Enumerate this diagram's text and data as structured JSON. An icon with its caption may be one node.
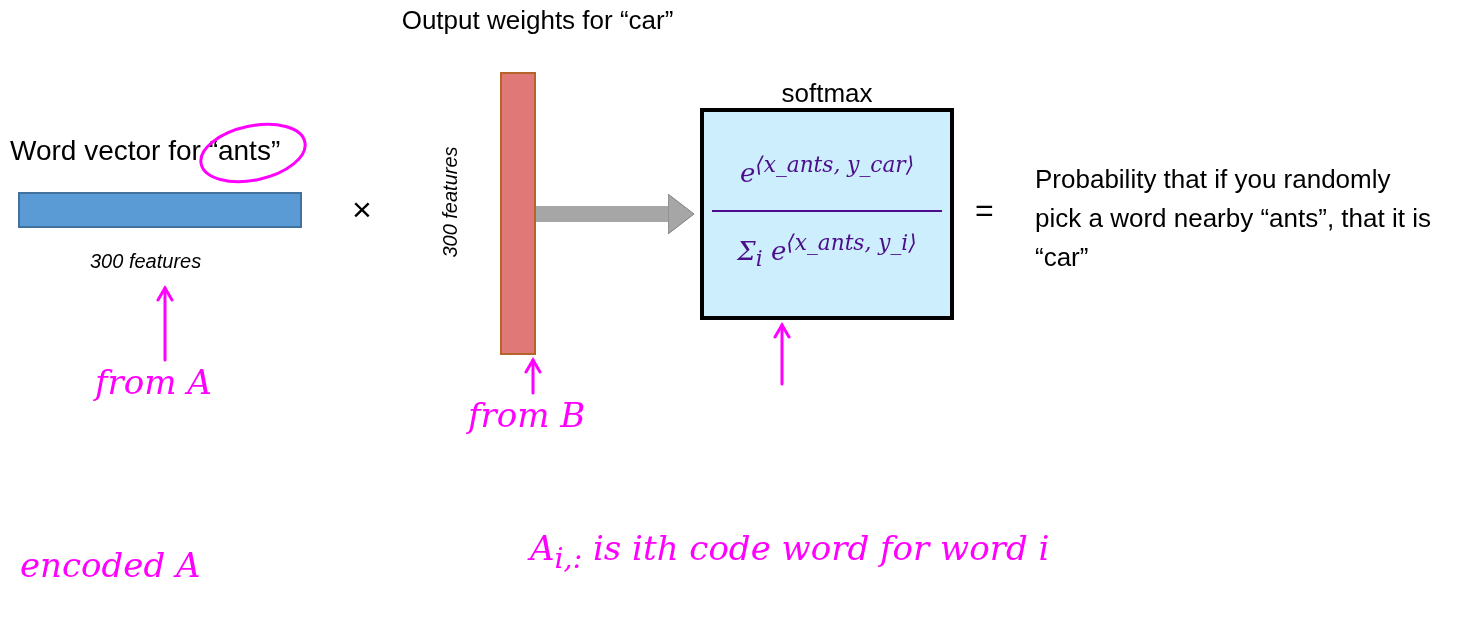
{
  "diagram": {
    "nodes": [
      {
        "text": [
          "Word vector for “ants”"
        ],
        "beside": [
          "300 features"
        ]
      },
      {
        "text": [
          "Output weights for “car”"
        ],
        "beside": [
          "300 features"
        ]
      },
      {
        "text": [
          "softmax",
          "e$^{⟨x_ants, y_car⟩}$",
          "Σ$_{i}$ e$^{⟨x_ants, y_i⟩}$"
        ]
      },
      {
        "text": [
          "from A"
        ]
      },
      {
        "text": [
          "from B"
        ]
      },
      {
        "text": [],
        "shape": "circle"
      }
    ],
    "edges": [
      {
        "from": 1,
        "to": 2,
        "arrow": "to",
        "style": "thick",
        "color": "#a6a6a6"
      },
      {
        "from": 3,
        "to": 0,
        "arrow": "to"
      },
      {
        "from": 4,
        "to": 1,
        "arrow": "to"
      },
      {
        "from": null,
        "to": 2,
        "arrow": "to"
      }
    ],
    "labels": [
      "×",
      "=",
      "Probability that if you randomly pick a word nearby “ants”, that it is “car”",
      "encoded A",
      "A$_{i,:}$ is ith code word for word i"
    ]
  }
}
